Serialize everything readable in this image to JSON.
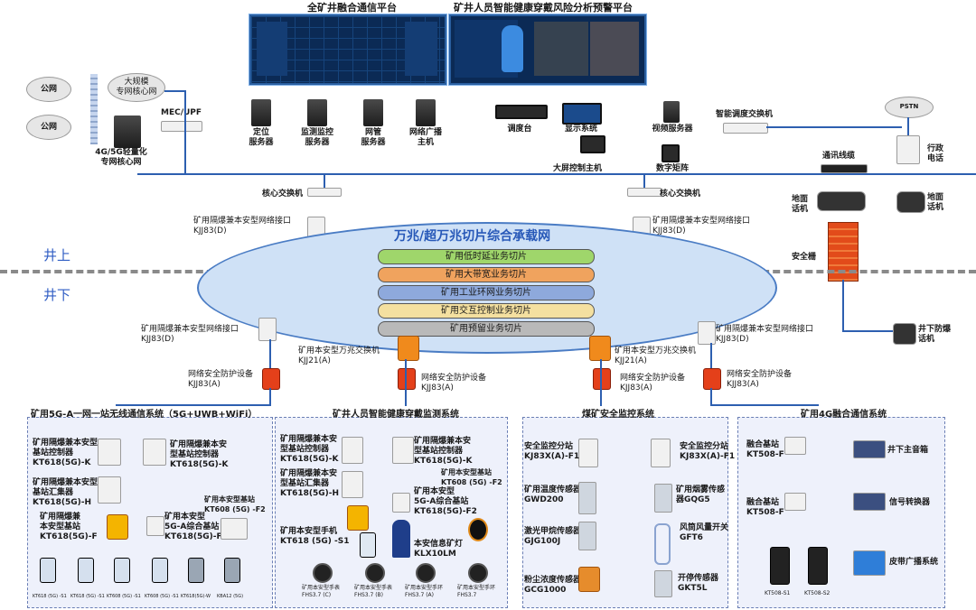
{
  "top": {
    "platform1_title": "全矿井融合通信平台",
    "platform2_title": "矿井人员智能健康穿戴风险分析预警平台"
  },
  "left_cloud": {
    "public_net_1": "公网",
    "public_net_2": "公网",
    "large_core": "大规模\n专网核心网",
    "mec": "MEC/UPF",
    "light_core": "4G/5G轻量化\n专网核心网"
  },
  "servers": {
    "locate": "定位\n服务器",
    "monitor": "监测监控\n服务器",
    "netmgmt": "网管\n服务器",
    "broadcast": "网络广播\n主机",
    "dispatch": "调度台",
    "display": "显示系统",
    "bigscreen": "大屏控制主机",
    "video": "视频服务器",
    "matrix": "数字矩阵",
    "dispatch_switch": "智能调度交换机"
  },
  "right_side": {
    "pstn": "PSTN",
    "admin_phone": "行政\n电话",
    "comm_line": "通讯线缆",
    "ground_phone_left": "地面\n话机",
    "ground_phone_right": "地面\n话机",
    "safety_barrier": "安全栅",
    "underground_phone": "井下防爆\n话机"
  },
  "backbone": {
    "core_switch_left": "核心交换机",
    "core_switch_right": "核心交换机",
    "iface_left_top": "矿用隔爆兼本安型网络接口\nKJJ83(D)",
    "iface_right_top": "矿用隔爆兼本安型网络接口\nKJJ83(D)",
    "iface_left_bottom": "矿用隔爆兼本安型网络接口\nKJJ83(D)",
    "iface_right_bottom": "矿用隔爆兼本安型网络接口\nKJJ83(D)",
    "above_ground": "井上",
    "below_ground": "井下",
    "ring_title": "万兆/超万兆切片综合承载网",
    "slices": [
      {
        "label": "矿用低时延业务切片",
        "color": "#9fd66b"
      },
      {
        "label": "矿用大带宽业务切片",
        "color": "#f0a35e"
      },
      {
        "label": "矿用工业环网业务切片",
        "color": "#8ea9dc"
      },
      {
        "label": "矿用交互控制业务切片",
        "color": "#f4e0a0"
      },
      {
        "label": "矿用预留业务切片",
        "color": "#b9b9b9"
      }
    ],
    "switch_left": "矿用本安型万兆交换机\nKJJ21(A)",
    "switch_right": "矿用本安型万兆交换机\nKJJ21(A)",
    "sec_dev": "网络安全防护设备\nKJJ83(A)"
  },
  "panel_5g": {
    "title": "矿用5G-A一网一站无线通信系统（5G+UWB+WiFi）",
    "ctrl_left": "矿用隔爆兼本安型\n基站控制器\nKT618(5G)-K",
    "ctrl_right": "矿用隔爆兼本安\n型基站控制器\nKT618(5G)-K",
    "collector": "矿用隔爆兼本安型\n基站汇集器\nKT618(5G)-H",
    "base_f": "矿用隔爆兼\n本安型基站\nKT618(5G)-F",
    "base_f2": "矿用本安型\n5G-A综合基站\nKT618(5G)-F2",
    "base_packet": "矿用本安型基站\nKT608 (5G) -F2",
    "devices": [
      "KT618 (5G) -S1",
      "KT618 (5G) -S1",
      "KT608 (5G) -S1",
      "KT608 (5G) -S1",
      "KT618(5G)-W",
      "KBA12 (5G)"
    ]
  },
  "panel_health": {
    "title": "矿井人员智能健康穿戴监测系统",
    "ctrl_left": "矿用隔爆兼本安\n型基站控制器\nKT618(5G)-K",
    "ctrl_right": "矿用隔爆兼本安\n型基站控制器\nKT618(5G)-K",
    "collector": "矿用隔爆兼本安\n型基站汇集器\nKT618(5G)-H",
    "base_packet": "矿用本安型基站\nKT608 (5G) -F2",
    "base_f2": "矿用本安型\n5G-A综合基站\nKT618(5G)-F2",
    "phone": "矿用本安型手机\nKT618 (5G) -S1",
    "info_lamp": "本安信息矿灯\nKLX10LM",
    "watches": [
      "矿用本安型手表\nFHS3.7 (C)",
      "矿用本安型手表\nFHS3.7 (B)",
      "矿用本安型手环\nFHS3.7 (A)",
      "矿用本安型手环\nFHS3.7"
    ]
  },
  "panel_safety": {
    "title": "煤矿安全监控系统",
    "sub_left": "安全监控分站\nKJ83X(A)-F1",
    "sub_right": "安全监控分站\nKJ83X(A)-F1",
    "temp": "矿用温度传感器\nGWD200",
    "smoke": "矿用烟雾传感\n器GQG5",
    "methane": "激光甲烷传感器\nGJG100J",
    "fan": "风筒风量开关\nGFT6",
    "dust": "粉尘浓度传感器\nGCG1000",
    "door": "开停传感器\nGKT5L"
  },
  "panel_4g": {
    "title": "矿用4G融合通信系统",
    "base1": "融合基站\nKT508-F",
    "base2": "融合基站\nKT508-F",
    "speaker": "井下主音箱",
    "converter": "信号转换器",
    "belt": "皮带广播系统",
    "phones": [
      "KT508-S1",
      "KT508-S2"
    ]
  }
}
